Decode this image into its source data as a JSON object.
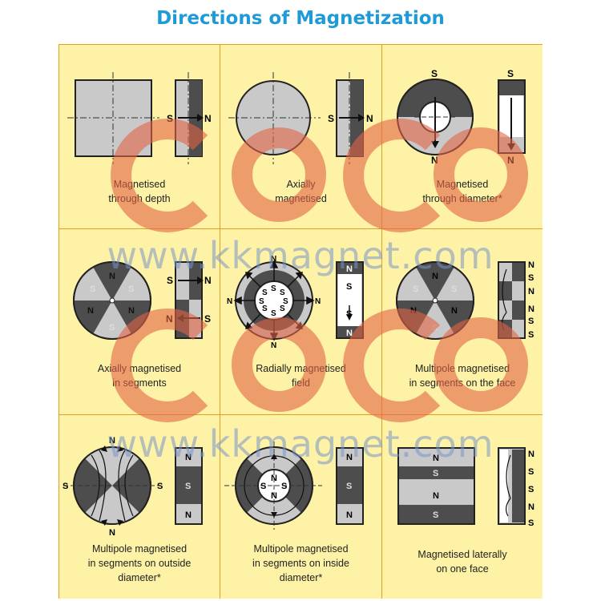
{
  "title": "Directions of Magnetization",
  "watermark": {
    "brand": "COCO",
    "url": "www.kkmagnet.com"
  },
  "colors": {
    "title": "#1e9bd7",
    "cell": "#fdf2a6",
    "border": "#e0a020",
    "grey": "#c9c9c9",
    "dark": "#4d4d4d"
  },
  "pole": {
    "north": "N",
    "south": "S"
  },
  "cells": [
    {
      "caption": [
        "Magnetised",
        "through depth"
      ]
    },
    {
      "caption": [
        "Axially",
        "magnetised"
      ]
    },
    {
      "caption": [
        "Magnetised",
        "through diameter*"
      ]
    },
    {
      "caption": [
        "Axially magnetised",
        "in segments"
      ]
    },
    {
      "caption": [
        "Radially magnetised",
        "field"
      ]
    },
    {
      "caption": [
        "Multipole magnetised",
        "in segments on the face"
      ]
    },
    {
      "caption": [
        "Multipole magnetised",
        "in segments on outside",
        "diameter*"
      ]
    },
    {
      "caption": [
        "Multipole magnetised",
        "in segments on inside",
        "diameter*"
      ]
    },
    {
      "caption": [
        "Magnetised laterally",
        "on one face"
      ]
    }
  ]
}
